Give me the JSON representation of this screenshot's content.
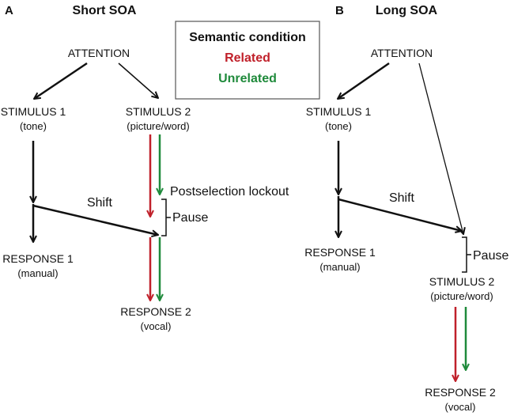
{
  "colors": {
    "black": "#111111",
    "related": "#c0202a",
    "unrelated": "#1f8a3b"
  },
  "legend": {
    "title": "Semantic condition",
    "related": "Related",
    "unrelated": "Unrelated"
  },
  "panel_a": {
    "letter": "A",
    "title": "Short SOA",
    "attention": "ATTENTION",
    "stimulus1": "STIMULUS 1",
    "stimulus1_sub": "(tone)",
    "stimulus2": "STIMULUS 2",
    "stimulus2_sub": "(picture/word)",
    "shift": "Shift",
    "postselection": "Postselection lockout",
    "pause": "Pause",
    "response1": "RESPONSE 1",
    "response1_sub": "(manual)",
    "response2": "RESPONSE 2",
    "response2_sub": "(vocal)"
  },
  "panel_b": {
    "letter": "B",
    "title": "Long SOA",
    "attention": "ATTENTION",
    "stimulus1": "STIMULUS 1",
    "stimulus1_sub": "(tone)",
    "shift": "Shift",
    "pause": "Pause",
    "response1": "RESPONSE 1",
    "response1_sub": "(manual)",
    "stimulus2": "STIMULUS 2",
    "stimulus2_sub": "(picture/word)",
    "response2": "RESPONSE 2",
    "response2_sub": "(vocal)"
  }
}
